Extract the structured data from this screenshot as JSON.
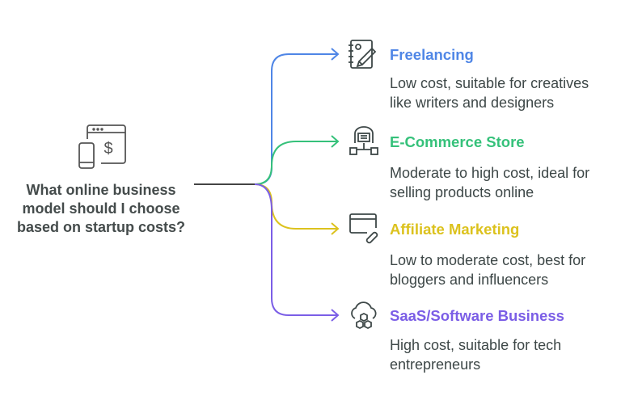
{
  "question": "What online business model should I choose based on startup costs?",
  "options": [
    {
      "title": "Freelancing",
      "description": "Low cost, suitable for creatives like writers and designers",
      "color": "#4f86e6",
      "icon": "notebook-pen-icon"
    },
    {
      "title": "E-Commerce Store",
      "description": "Moderate to high cost, ideal for selling products online",
      "color": "#35c17a",
      "icon": "warehouse-icon"
    },
    {
      "title": "Affiliate Marketing",
      "description": "Low to moderate cost, best for bloggers and influencers",
      "color": "#dcc21e",
      "icon": "browser-link-icon"
    },
    {
      "title": "SaaS/Software Business",
      "description": "High cost, suitable for tech entrepreneurs",
      "color": "#7b5ee6",
      "icon": "cloud-hexagon-icon"
    }
  ]
}
